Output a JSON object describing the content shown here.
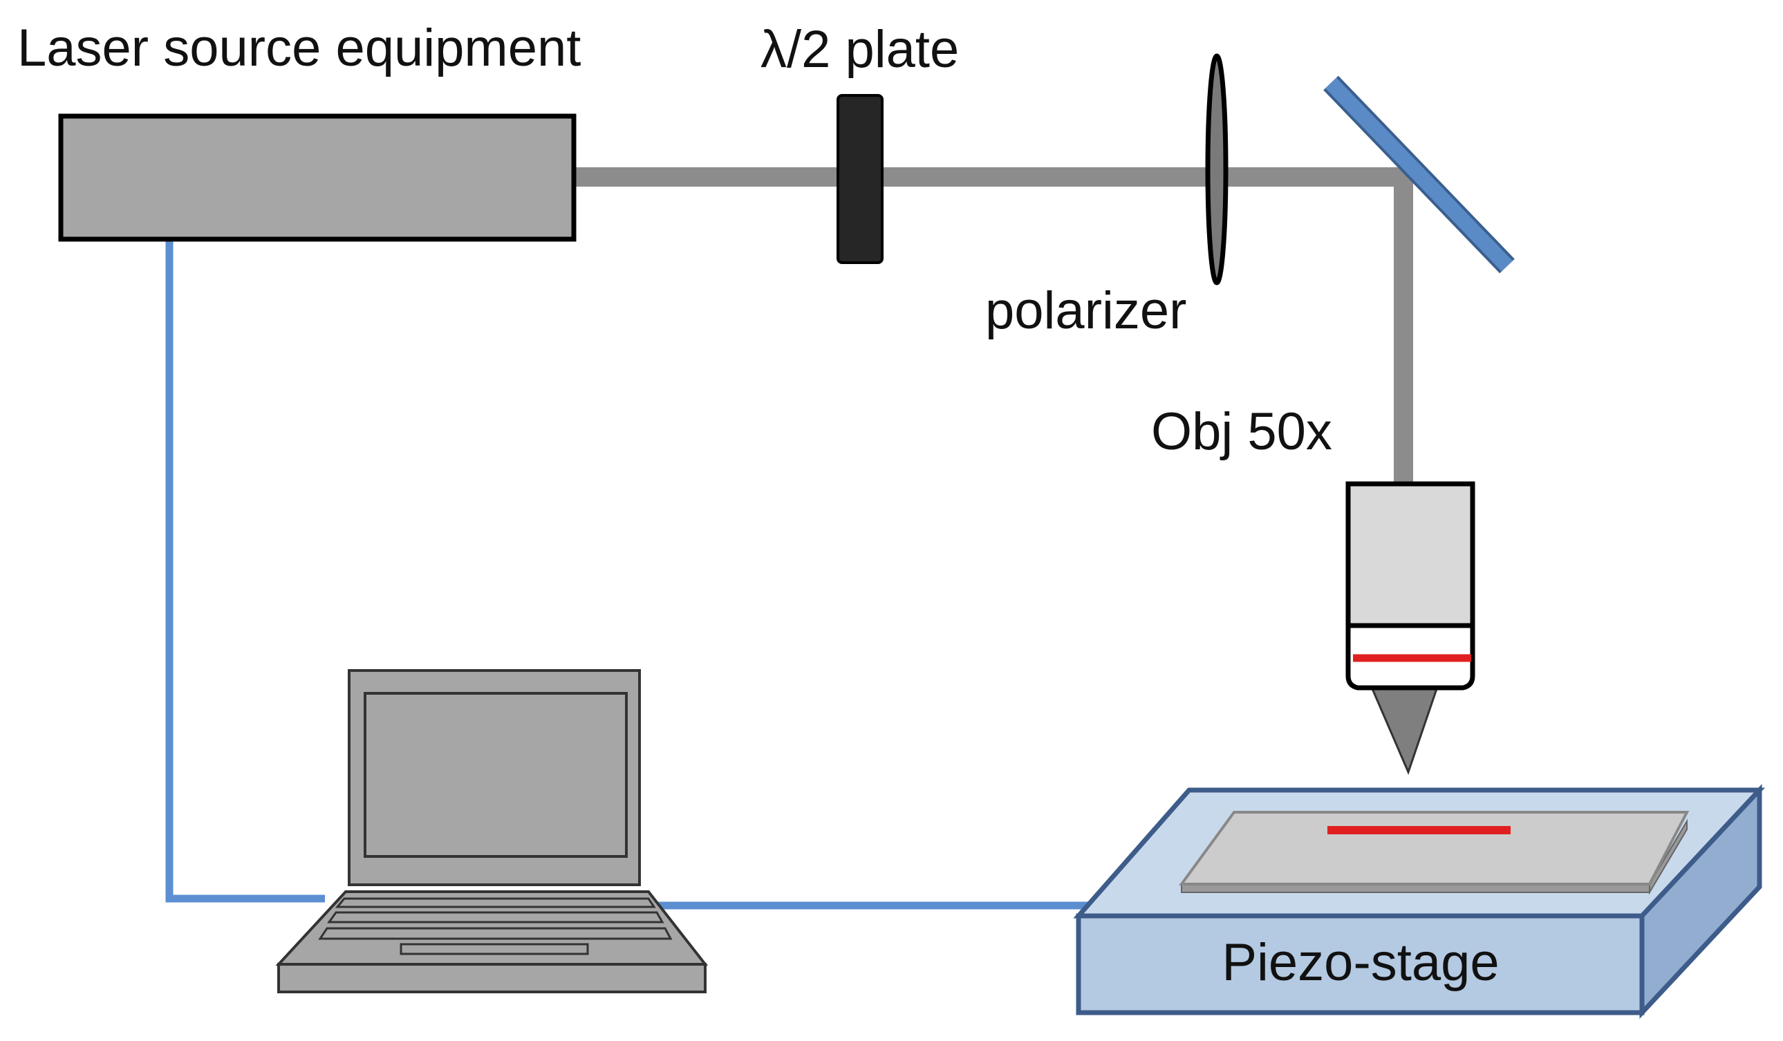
{
  "labels": {
    "laser_source": "Laser source equipment",
    "half_wave_plate": "λ/2 plate",
    "polarizer": "polarizer",
    "objective": "Obj 50x",
    "piezo_stage": "Piezo-stage"
  },
  "colors": {
    "beam": "#8c8c8c",
    "cable": "#5b8fd1",
    "laser_body": "#a6a6a6",
    "plate": "#262626",
    "mirror": "#5b8bc6",
    "objective_body": "#d9d9d9",
    "objective_tip": "#7f7f7f",
    "laser_spot": "#e02020",
    "stage_top": "#c9d9ec",
    "stage_front": "#b4c9e2",
    "stage_side": "#93add0",
    "stage_outline": "#3d5c8a",
    "laptop_body": "#a6a6a6"
  }
}
